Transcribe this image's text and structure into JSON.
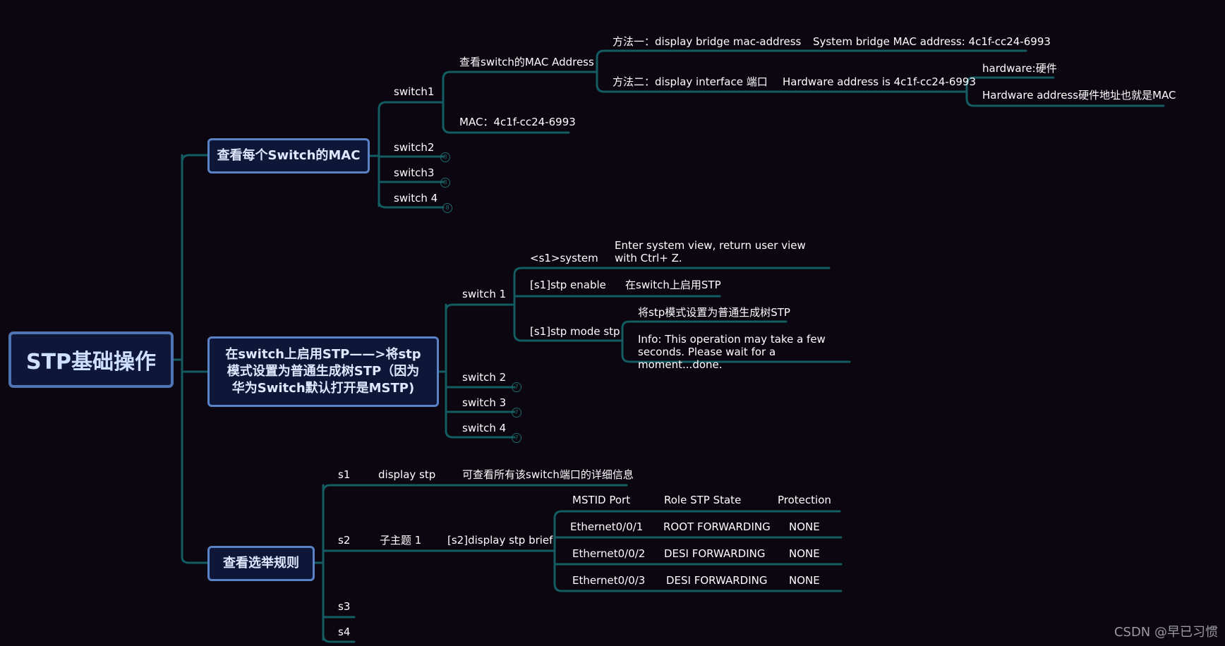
{
  "root": {
    "label": "STP基础操作"
  },
  "branch1": {
    "label": "查看每个Switch的MAC",
    "switch1": {
      "label": "switch1",
      "view_mac": {
        "label": "查看switch的MAC Address",
        "method1": {
          "label": "方法一：display bridge mac-address",
          "result": "System bridge MAC address: 4c1f-cc24-6993"
        },
        "method2": {
          "label": "方法二：display interface 端口",
          "result": "Hardware address is 4c1f-cc24-6993",
          "note1": "hardware:硬件",
          "note2": "Hardware address硬件地址也就是MAC"
        }
      },
      "mac": "MAC：4c1f-cc24-6993"
    },
    "switch2": {
      "label": "switch2",
      "count": "8"
    },
    "switch3": {
      "label": "switch3",
      "count": "8"
    },
    "switch4": {
      "label": "switch 4",
      "count": "8"
    }
  },
  "branch2": {
    "label": "在switch上启用STP——>将stp模式设置为普通生成树STP（因为华为Switch默认打开是MSTP)",
    "switch1": {
      "label": "switch 1",
      "cmd1": {
        "label": "<s1>system",
        "desc": "Enter system view, return user view with Ctrl+ Z."
      },
      "cmd2": {
        "label": "[s1]stp enable",
        "desc": "在switch上启用STP"
      },
      "cmd3": {
        "label": "[s1]stp mode stp",
        "desc1": "将stp模式设置为普通生成树STP",
        "desc2": "Info: This operation may take a few seconds. Please wait for a moment...done."
      }
    },
    "switch2": {
      "label": "switch 2",
      "count": "7"
    },
    "switch3": {
      "label": "switch 3",
      "count": "7"
    },
    "switch4": {
      "label": "switch 4",
      "count": "7"
    }
  },
  "branch3": {
    "label": "查看选举规则",
    "s1": {
      "label": "s1",
      "cmd": "display stp",
      "desc": "可查看所有该switch端口的详细信息"
    },
    "s2": {
      "label": "s2",
      "sub": "子主题 1",
      "cmd": "[s2]display stp brief",
      "rows": [
        {
          "port": "MSTID  Port",
          "role": "Role  STP State",
          "prot": "Protection"
        },
        {
          "port": "Ethernet0/0/1",
          "role": "ROOT  FORWARDING",
          "prot": "NONE"
        },
        {
          "port": "Ethernet0/0/2",
          "role": "DESI  FORWARDING",
          "prot": "NONE"
        },
        {
          "port": "Ethernet0/0/3",
          "role": "DESI  FORWARDING",
          "prot": "NONE"
        }
      ]
    },
    "s3": {
      "label": "s3"
    },
    "s4": {
      "label": "s4"
    }
  },
  "watermark": "CSDN @早已习惯",
  "colors": {
    "background": "#0b0610",
    "line": "#135c62",
    "box_fill": "#0e1738",
    "box_border": "#5a82c6"
  }
}
